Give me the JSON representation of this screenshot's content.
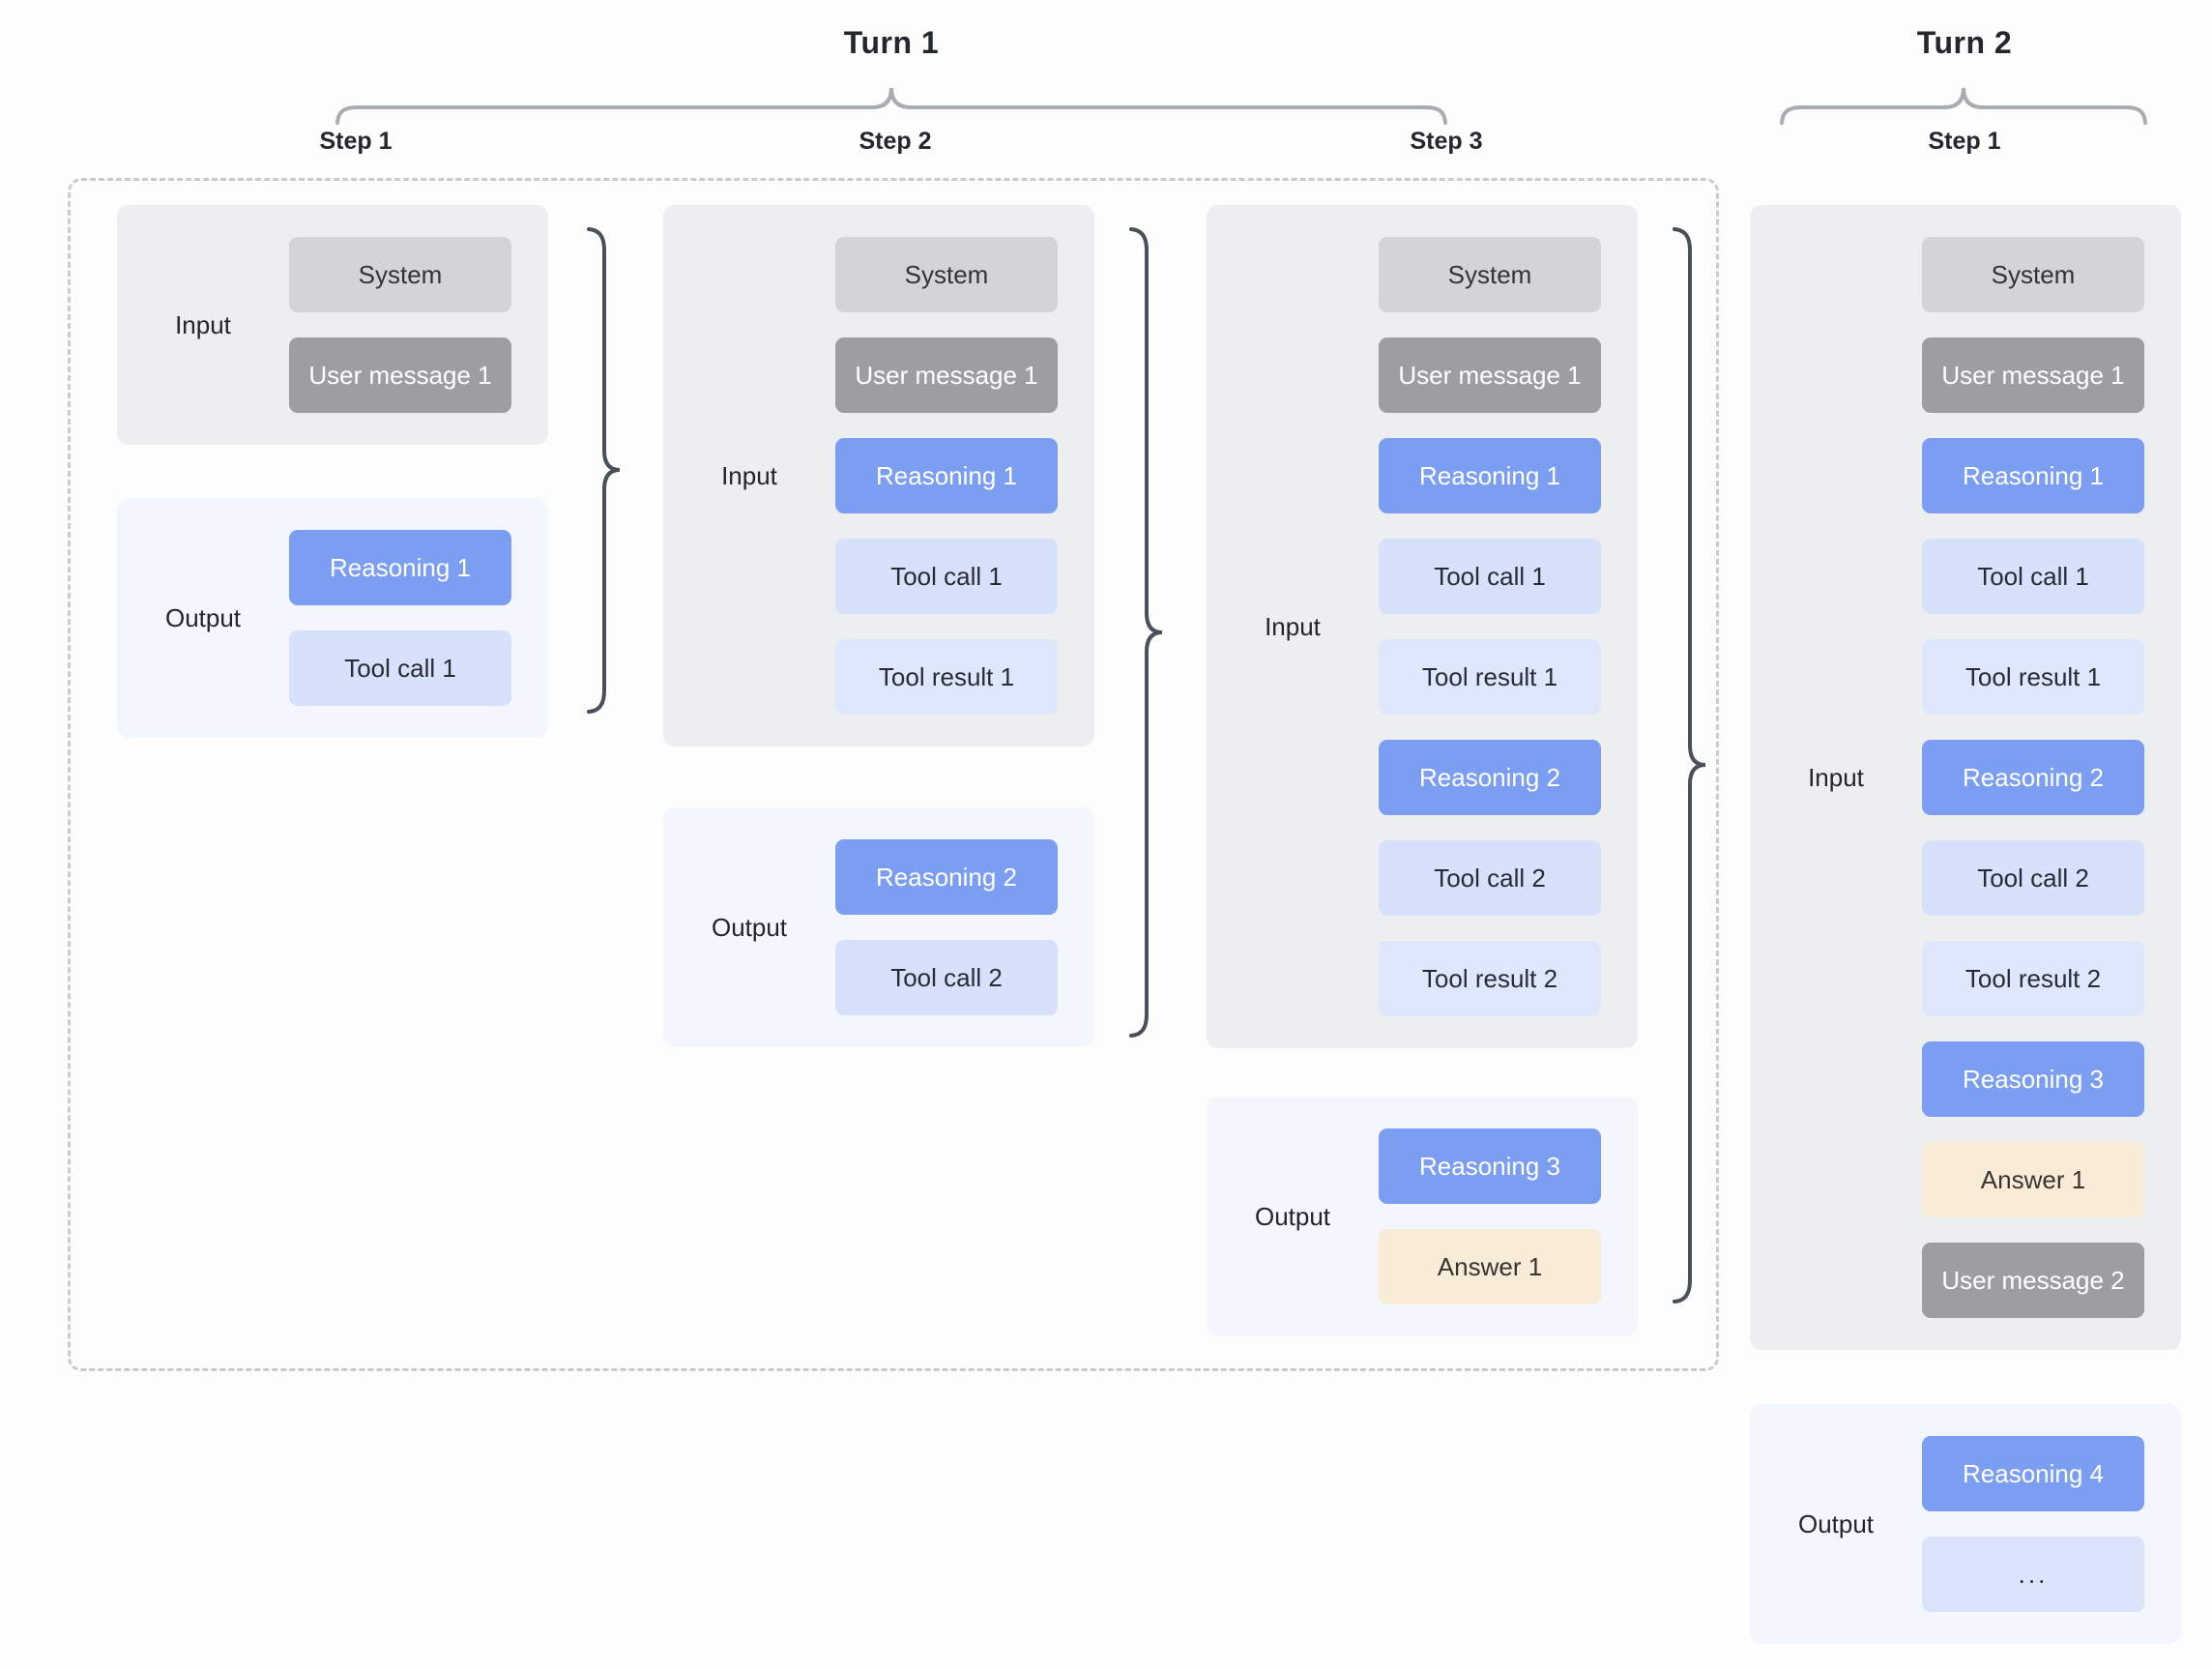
{
  "colors": {
    "reasoning_blue": "#7c9ef2",
    "tool_call_blue": "#d8e1fb",
    "tool_result_blue": "#dee7fc",
    "system_gray": "#d3d4d7",
    "user_message_gray": "#9c9ea2",
    "answer_cream": "#f8ecd9",
    "input_panel_gray": "#edeef0",
    "output_panel_blue": "#f3f7fd",
    "vertical_brace": "#4a505a",
    "horizontal_brace": "#a9acb0"
  },
  "turns": [
    {
      "title": "Turn 1",
      "steps": [
        {
          "label": "Step 1",
          "input": {
            "label": "Input",
            "chips": [
              {
                "text": "System",
                "type": "system"
              },
              {
                "text": "User message 1",
                "type": "user"
              }
            ]
          },
          "output": {
            "label": "Output",
            "chips": [
              {
                "text": "Reasoning 1",
                "type": "reasoning"
              },
              {
                "text": "Tool call 1",
                "type": "tool-call"
              }
            ]
          }
        },
        {
          "label": "Step 2",
          "input": {
            "label": "Input",
            "chips": [
              {
                "text": "System",
                "type": "system"
              },
              {
                "text": "User message 1",
                "type": "user"
              },
              {
                "text": "Reasoning 1",
                "type": "reasoning"
              },
              {
                "text": "Tool call 1",
                "type": "tool-call"
              },
              {
                "text": "Tool result 1",
                "type": "tool-result"
              }
            ]
          },
          "output": {
            "label": "Output",
            "chips": [
              {
                "text": "Reasoning 2",
                "type": "reasoning"
              },
              {
                "text": "Tool call 2",
                "type": "tool-call"
              }
            ]
          }
        },
        {
          "label": "Step 3",
          "input": {
            "label": "Input",
            "chips": [
              {
                "text": "System",
                "type": "system"
              },
              {
                "text": "User message 1",
                "type": "user"
              },
              {
                "text": "Reasoning 1",
                "type": "reasoning"
              },
              {
                "text": "Tool call 1",
                "type": "tool-call"
              },
              {
                "text": "Tool result 1",
                "type": "tool-result"
              },
              {
                "text": "Reasoning 2",
                "type": "reasoning"
              },
              {
                "text": "Tool call 2",
                "type": "tool-call"
              },
              {
                "text": "Tool result 2",
                "type": "tool-result"
              }
            ]
          },
          "output": {
            "label": "Output",
            "chips": [
              {
                "text": "Reasoning 3",
                "type": "reasoning"
              },
              {
                "text": "Answer 1",
                "type": "answer"
              }
            ]
          }
        }
      ]
    },
    {
      "title": "Turn 2",
      "steps": [
        {
          "label": "Step 1",
          "input": {
            "label": "Input",
            "chips": [
              {
                "text": "System",
                "type": "system"
              },
              {
                "text": "User message 1",
                "type": "user"
              },
              {
                "text": "Reasoning 1",
                "type": "reasoning"
              },
              {
                "text": "Tool call 1",
                "type": "tool-call"
              },
              {
                "text": "Tool result 1",
                "type": "tool-result"
              },
              {
                "text": "Reasoning 2",
                "type": "reasoning"
              },
              {
                "text": "Tool call 2",
                "type": "tool-call"
              },
              {
                "text": "Tool result 2",
                "type": "tool-result"
              },
              {
                "text": "Reasoning 3",
                "type": "reasoning"
              },
              {
                "text": "Answer 1",
                "type": "answer"
              },
              {
                "text": "User message 2",
                "type": "user"
              }
            ]
          },
          "output": {
            "label": "Output",
            "chips": [
              {
                "text": "Reasoning 4",
                "type": "reasoning"
              },
              {
                "text": "...",
                "type": "ellipsis"
              }
            ]
          }
        }
      ]
    }
  ]
}
